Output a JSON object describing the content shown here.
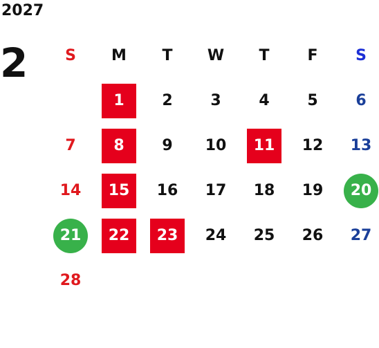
{
  "year": "2027",
  "month": "2",
  "weekdays": [
    "S",
    "M",
    "T",
    "W",
    "T",
    "F",
    "S"
  ],
  "colors": {
    "sunday": "#e0191e",
    "saturday": "#1a3f99",
    "holiday_fill": "#e5001c",
    "event_fill": "#38b14a"
  },
  "weeks": [
    [
      {
        "d": ""
      },
      {
        "d": "1",
        "mark": "holiday"
      },
      {
        "d": "2"
      },
      {
        "d": "3"
      },
      {
        "d": "4"
      },
      {
        "d": "5"
      },
      {
        "d": "6"
      }
    ],
    [
      {
        "d": "7"
      },
      {
        "d": "8",
        "mark": "holiday"
      },
      {
        "d": "9"
      },
      {
        "d": "10"
      },
      {
        "d": "11",
        "mark": "holiday"
      },
      {
        "d": "12"
      },
      {
        "d": "13"
      }
    ],
    [
      {
        "d": "14"
      },
      {
        "d": "15",
        "mark": "holiday"
      },
      {
        "d": "16"
      },
      {
        "d": "17"
      },
      {
        "d": "18"
      },
      {
        "d": "19"
      },
      {
        "d": "20",
        "mark": "event"
      }
    ],
    [
      {
        "d": "21",
        "mark": "event"
      },
      {
        "d": "22",
        "mark": "holiday"
      },
      {
        "d": "23",
        "mark": "holiday"
      },
      {
        "d": "24"
      },
      {
        "d": "25"
      },
      {
        "d": "26"
      },
      {
        "d": "27"
      }
    ],
    [
      {
        "d": "28"
      },
      {
        "d": ""
      },
      {
        "d": ""
      },
      {
        "d": ""
      },
      {
        "d": ""
      },
      {
        "d": ""
      },
      {
        "d": ""
      }
    ],
    [
      {
        "d": ""
      },
      {
        "d": ""
      },
      {
        "d": ""
      },
      {
        "d": ""
      },
      {
        "d": ""
      },
      {
        "d": ""
      },
      {
        "d": ""
      }
    ]
  ]
}
